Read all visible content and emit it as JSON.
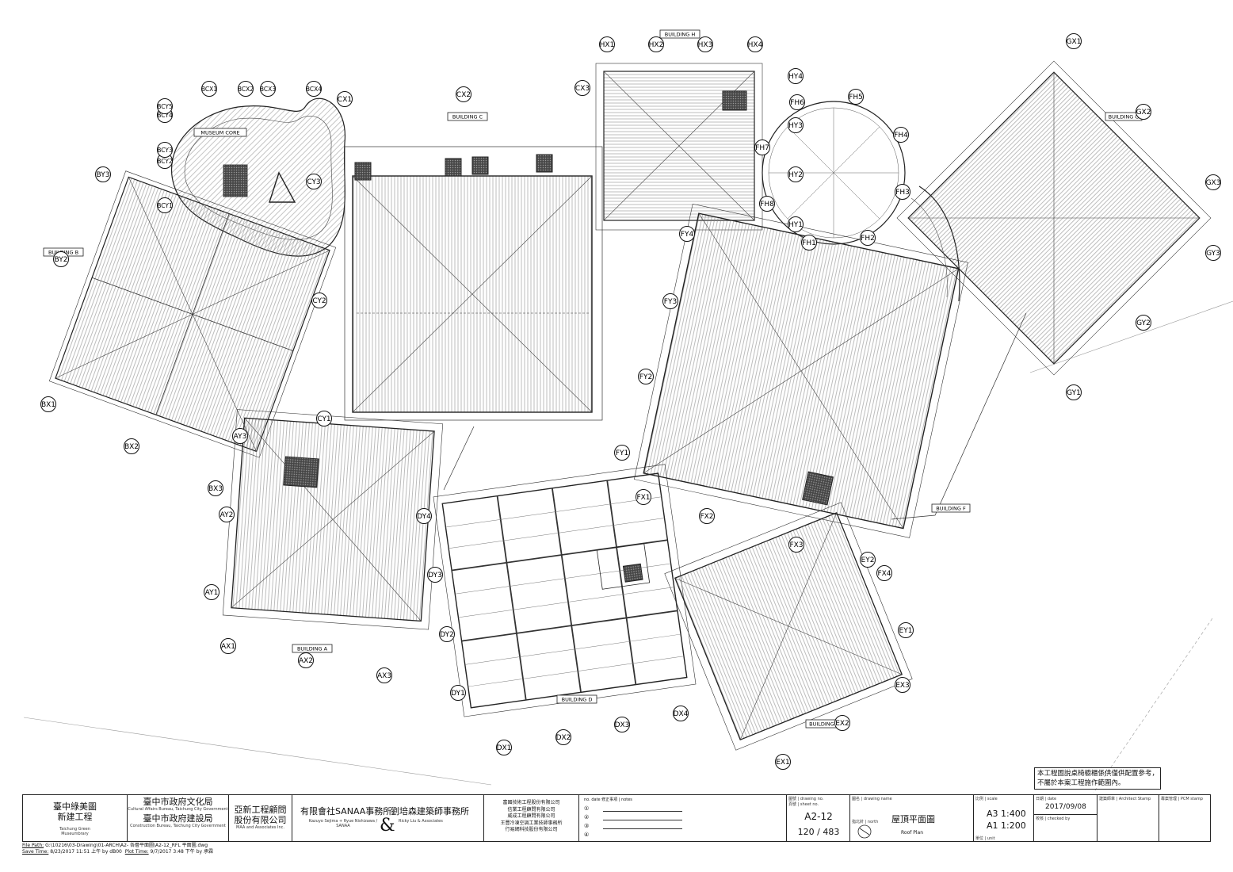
{
  "buildings": [
    {
      "key": "A",
      "label": "BUILDING A"
    },
    {
      "key": "B",
      "label": "BUILDING B"
    },
    {
      "key": "C",
      "label": "BUILDING C"
    },
    {
      "key": "D",
      "label": "BUILDING D"
    },
    {
      "key": "E",
      "label": "BUILDING E"
    },
    {
      "key": "F",
      "label": "BUILDING F"
    },
    {
      "key": "G",
      "label": "BUILDING G"
    },
    {
      "key": "H",
      "label": "BUILDING H"
    },
    {
      "key": "MC",
      "label": "MUSEUM CORE"
    }
  ],
  "grid_bubbles": [
    "AX1",
    "AX2",
    "AX3",
    "AY1",
    "AY2",
    "AY3",
    "BX1",
    "BX2",
    "BX3",
    "BY2",
    "BY3",
    "BCX1",
    "BCX2",
    "BCX3",
    "BCX4",
    "BCY1",
    "BCY2",
    "BCY3",
    "BCY4",
    "BCY5",
    "CX1",
    "CX2",
    "CX3",
    "CY1",
    "CY2",
    "CY3",
    "DX1",
    "DX2",
    "DX3",
    "DX4",
    "DY1",
    "DY2",
    "DY3",
    "DY4",
    "EX1",
    "EX2",
    "EX3",
    "EY1",
    "EY2",
    "FX1",
    "FX2",
    "FX3",
    "FX4",
    "FY1",
    "FY2",
    "FY3",
    "FY4",
    "FH1",
    "FH2",
    "FH3",
    "FH4",
    "FH5",
    "FH6",
    "FH7",
    "FH8",
    "GX1",
    "GX2",
    "GX3",
    "GY1",
    "GY2",
    "GY3",
    "HX1",
    "HX2",
    "HX3",
    "HX4",
    "HY1",
    "HY2",
    "HY3",
    "HY4"
  ],
  "note": {
    "line1": "本工程圖說桌椅櫥櫃係供僅供配置參考，",
    "line2": "不屬於本案工程施作範圍內。"
  },
  "title_block": {
    "project_cn1": "臺中綠美圖",
    "project_cn2": "新建工程",
    "project_en": "Taichung Green Museumbrary",
    "client1_cn": "臺中市政府文化局",
    "client1_en": "Cultural Affairs Bureau, Taichung City Government",
    "client2_cn": "臺中市政府建設局",
    "client2_en": "Construction Bureau, Taichung City Government",
    "pm_cn1": "亞新工程顧問",
    "pm_cn2": "股份有限公司",
    "pm_en": "MAA and Associates Inc.",
    "architect1_cn": "有限會社SANAA事務所",
    "architect1_en": "Kazuyo Sejima + Ryue Nishizawa / SANAA",
    "ampersand": "&",
    "architect2_cn": "劉培森建築師事務所",
    "architect2_en": "Ricky Liu & Associates",
    "consultants": [
      "富國技術工程股份有限公司",
      "信業工程顧問有限公司",
      "威成工程顧問有限公司",
      "王豐冷凍空調工業技師事務所",
      "行易網科技股份有限公司"
    ],
    "rev_header": "no.  date  修正事項 | notes",
    "rev_marks": [
      "①",
      "②",
      "③",
      "④"
    ],
    "drawing_no_label": "圖號 | drawing no.",
    "sheet_no_label": "頁號 | sheet no.",
    "drawing_no": "A2-12",
    "sheet_no": "120 / 483",
    "drawing_name_label": "圖名 | drawing name",
    "north_label": "指北針 | north",
    "drawing_name_cn": "屋頂平面圖",
    "drawing_name_en": "Roof Plan",
    "scale_label": "比例 | scale",
    "scale_a3": "A3 1:400",
    "scale_a1": "A1 1:200",
    "unit_label": "單位 | unit",
    "date_label": "日期 | date",
    "date": "2017/09/08",
    "checked_label": "校核 | checked by",
    "architect_stamp_label": "建築師章 | Architect Stamp",
    "pcm_stamp_label": "專案管理 | PCM stamp"
  },
  "file_info": {
    "path_label": "File Path:",
    "path": "G:\\10216\\03-Drawing\\01-ARCH\\A2- 各層平面圖\\A2-12_RFL 平面圖.dwg",
    "save_label": "Save Time:",
    "save": "8/23/2017 11:51 上午  by dB00",
    "plot_label": "Plot Time:",
    "plot": "9/7/2017 3:48 下午  by 承霖"
  },
  "colors": {
    "line": "#1a1a1a",
    "hatch": "#6a6a6a",
    "paper": "#ffffff"
  }
}
